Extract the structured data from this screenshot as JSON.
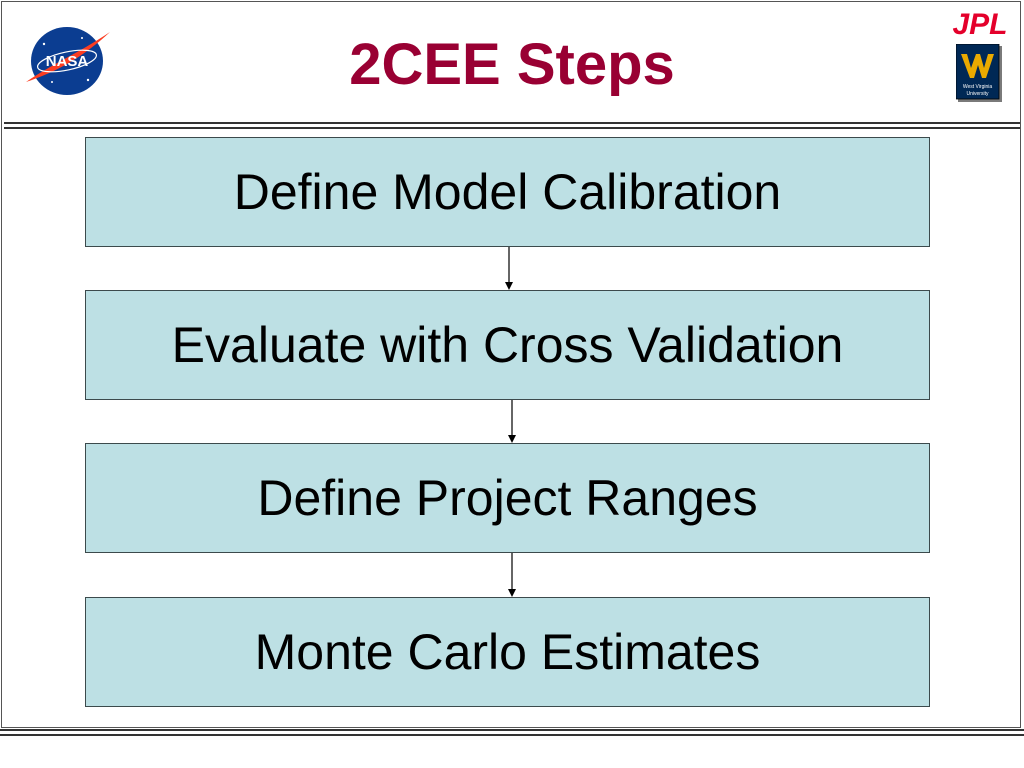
{
  "title": "2CEE Steps",
  "logos": {
    "nasa_text": "NASA",
    "jpl_text": "JPL",
    "wvu_text_line1": "West Virginia",
    "wvu_text_line2": "University"
  },
  "steps": [
    {
      "label": "Define Model Calibration"
    },
    {
      "label": "Evaluate with Cross Validation"
    },
    {
      "label": "Define Project Ranges"
    },
    {
      "label": "Monte Carlo Estimates"
    }
  ],
  "colors": {
    "title": "#990033",
    "box_fill": "#bde0e4",
    "box_border": "#3c4a4c",
    "nasa_blue": "#0b3d91",
    "nasa_red": "#fc3d21",
    "jpl_red": "#e4002b",
    "wvu_navy": "#002855",
    "wvu_gold": "#eaaa00"
  }
}
